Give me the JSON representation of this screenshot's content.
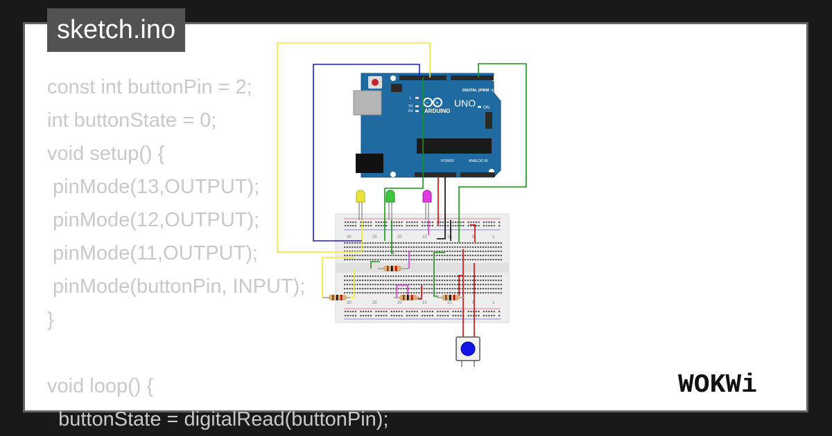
{
  "project": {
    "filename": "sketch.ino"
  },
  "code": {
    "lines": [
      "const int buttonPin = 2;",
      "int buttonState = 0;",
      "void setup() {",
      " pinMode(13,OUTPUT);",
      " pinMode(12,OUTPUT);",
      " pinMode(11,OUTPUT);",
      " pinMode(buttonPin, INPUT);",
      "}",
      "",
      "void loop() {",
      "  buttonState = digitalRead(buttonPin);"
    ]
  },
  "board": {
    "brand": "ARDUINO",
    "model": "UNO",
    "digital_label": "DIGITAL (PWM ~)",
    "power_label": "POWER",
    "analog_label": "ANALOG IN",
    "on_label": "ON",
    "tx_label": "TX",
    "rx_label": "RX",
    "l_label": "L",
    "color": "#1f6aa0"
  },
  "breadboard": {
    "row_numbers": [
      "30",
      "25",
      "20",
      "15",
      "10",
      "5",
      "1"
    ]
  },
  "leds": {
    "colors": [
      "#e9e23a",
      "#3fc43f",
      "#e23ae0"
    ]
  },
  "wire_colors": {
    "yellow": "#f0ea2a",
    "blue": "#1818c8",
    "green": "#109a10",
    "red": "#e00000",
    "black": "#000000",
    "magenta": "#e43ad8"
  },
  "button": {
    "color": "#1414e6"
  },
  "brand": {
    "logo_text": "WOKWi"
  }
}
